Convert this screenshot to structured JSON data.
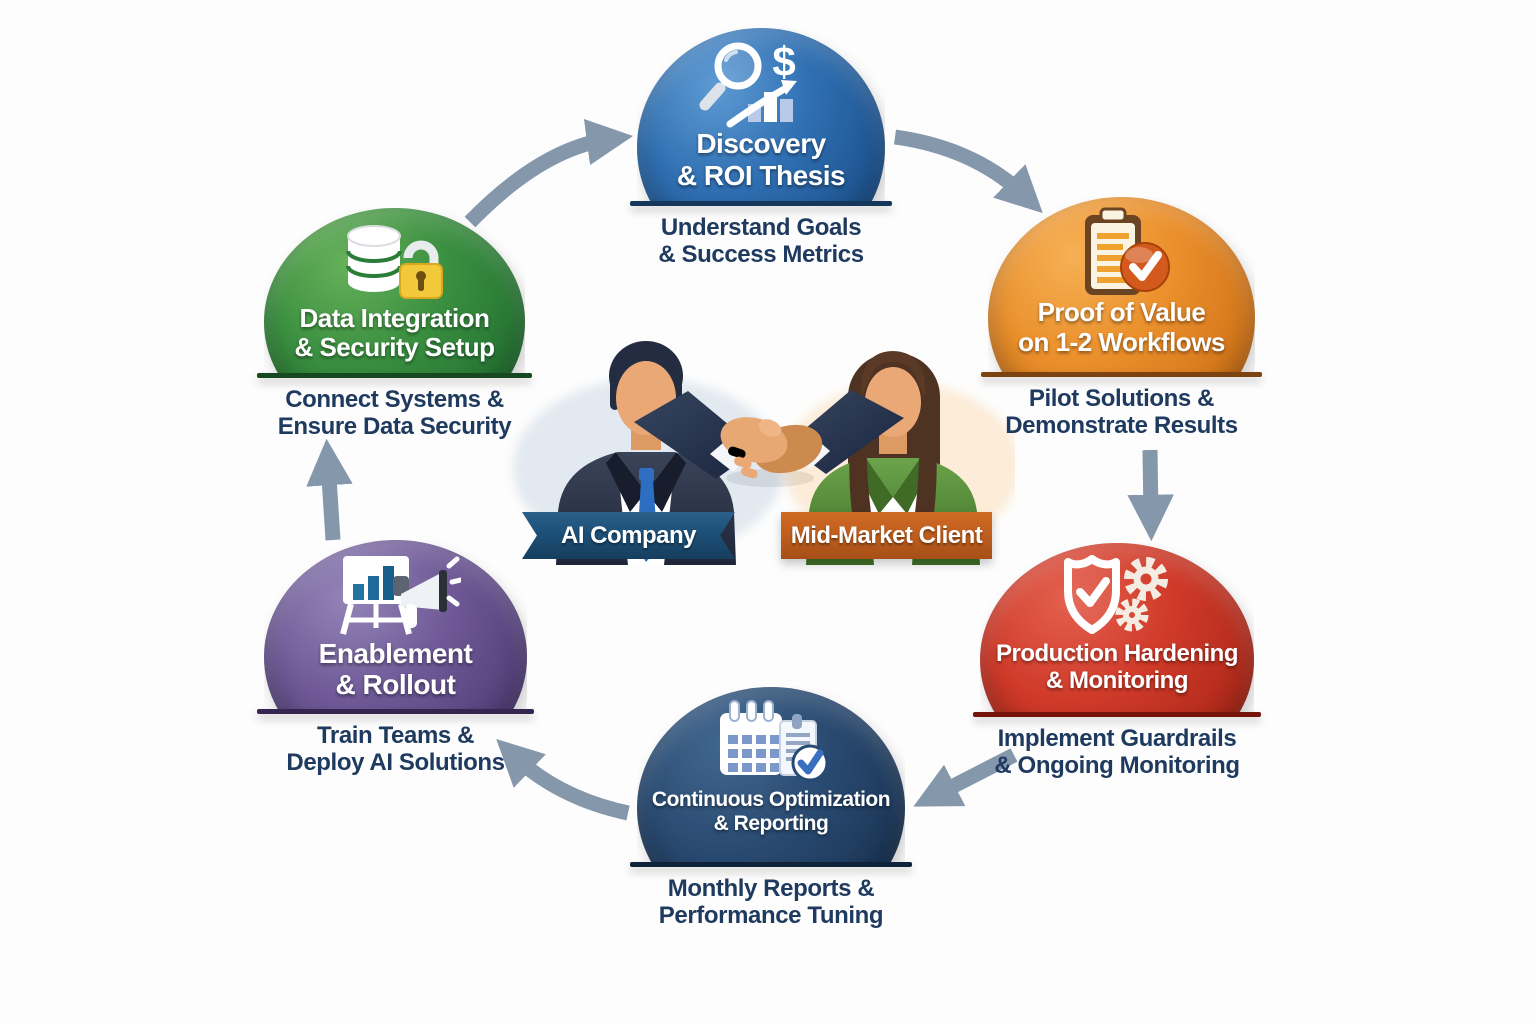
{
  "diagram": {
    "type": "circular-process-flow",
    "arrow_color": "#8497ab",
    "subtitle_text_color": "#1e3a5f",
    "center": {
      "art": "handshake-between-two-figures",
      "left_party_label": "AI Company",
      "left_banner_color": "#1d5078",
      "right_party_label": "Mid-Market Client",
      "right_banner_color": "#c05f1e"
    },
    "stages": [
      {
        "id": "discovery-roi-thesis",
        "color": "#2f6fb2",
        "icon": "magnifier-dollar-growth-icon",
        "title1": "Discovery",
        "title2": "& ROI Thesis",
        "sub1": "Understand Goals",
        "sub2": "& Success Metrics"
      },
      {
        "id": "proof-of-value",
        "color": "#ea8f2b",
        "icon": "clipboard-check-icon",
        "title1": "Proof of Value",
        "title2": "on 1-2 Workflows",
        "sub1": "Pilot Solutions &",
        "sub2": "Demonstrate Results"
      },
      {
        "id": "production-hardening-monitoring",
        "color": "#d03a29",
        "icon": "shield-check-gears-icon",
        "title1": "Production Hardening",
        "title2": "& Monitoring",
        "sub1": "Implement Guardrails",
        "sub2": "& Ongoing Monitoring"
      },
      {
        "id": "continuous-optimization-reporting",
        "color": "#2a4b72",
        "icon": "calendar-report-check-icon",
        "title1": "Continuous Optimization",
        "title2": "& Reporting",
        "sub1": "Monthly Reports &",
        "sub2": "Performance Tuning"
      },
      {
        "id": "enablement-rollout",
        "color": "#6f5a97",
        "icon": "presentation-megaphone-icon",
        "title1": "Enablement",
        "title2": "& Rollout",
        "sub1": "Train Teams &",
        "sub2": "Deploy AI Solutions"
      },
      {
        "id": "data-integration-security-setup",
        "color": "#3a8f40",
        "icon": "database-lock-icon",
        "title1": "Data Integration",
        "title2": "& Security Setup",
        "sub1": "Connect Systems &",
        "sub2": "Ensure Data Security"
      }
    ]
  }
}
